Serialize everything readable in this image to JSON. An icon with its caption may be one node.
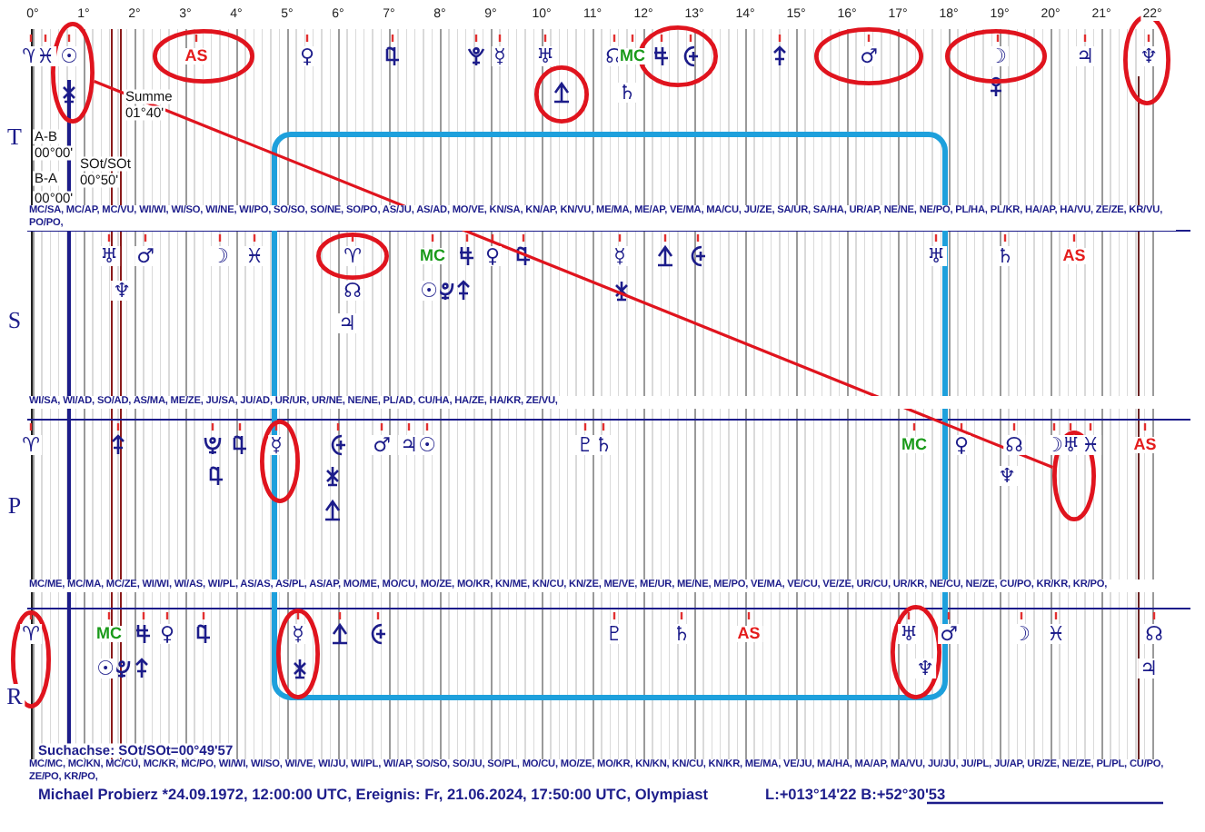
{
  "diagram": {
    "nodes": [
      {
        "text": [
          "☉"
        ]
      },
      {
        "text": [
          "AS"
        ]
      },
      {
        "text": [],
        "shape": "circle"
      },
      {
        "text": [],
        "shape": "circle"
      },
      {
        "text": [
          "♂"
        ]
      },
      {
        "text": [
          "☽"
        ]
      },
      {
        "text": [
          "♆"
        ]
      },
      {
        "text": [
          "♈"
        ]
      },
      {
        "text": [
          "☿"
        ]
      },
      {
        "text": [
          "♅"
        ]
      },
      {
        "text": [
          "♈"
        ]
      },
      {
        "text": [
          "☿"
        ]
      },
      {
        "text": [
          "♅",
          "♆"
        ]
      }
    ],
    "edges": [
      {
        "from": 0,
        "to": 9,
        "arrow": "none"
      }
    ],
    "labels": [
      "0°",
      "1°",
      "2°",
      "3°",
      "4°",
      "5°",
      "6°",
      "7°",
      "8°",
      "9°",
      "10°",
      "11°",
      "12°",
      "13°",
      "14°",
      "15°",
      "16°",
      "17°",
      "18°",
      "19°",
      "20°",
      "21°",
      "22°",
      "♈",
      "♓",
      "♀",
      "☿",
      "♅",
      "☊",
      "MC",
      "♃",
      "Summe",
      "♄",
      "01°40'",
      "T",
      "A-B",
      "00°00'",
      "SOt/SOt",
      "B-A",
      "00°50'",
      "00°00'",
      "MC/SA, MC/AP, MC/VU, WI/WI, WI/SO, WI/NE, WI/PO, SO/SO, SO/NE, SO/PO, AS/JU, AS/AD, MO/VE, KN/SA, KN/AP, KN/VU, ME/MA, ME/AP, VE/MA, MA/CU, JU/ZE, SA/UR, SA/HA, UR/AP, NE/NE, NE/PO, PL/HA, PL/KR, HA/AP, HA/VU, ZE/ZE, KR/VU, PO/PO,",
      "♅",
      "♂",
      "☽",
      "♓",
      "MC",
      "♀",
      "☿",
      "♅",
      "♄",
      "AS",
      "♆",
      "☊",
      "☉",
      "S",
      "♃",
      "WI/SA, WI/AD, SO/AD, AS/MA, ME/ZE, JU/SA, JU/AD, UR/UR, UR/NE, NE/NE, PL/AD, CU/HA, HA/ZE, HA/KR, ZE/VU,",
      "♈",
      "♂",
      "♃",
      "☉",
      "♇",
      "♄",
      "MC",
      "♀",
      "☊",
      "☽",
      "♓",
      "AS",
      "♆",
      "P",
      "MC/ME, MC/MA, MC/ZE, WI/WI, WI/AS, WI/PL, AS/AS, AS/PL, AS/AP, MO/ME, MO/CU, MO/ZE, MO/KR, KN/ME, KN/CU, KN/ZE, ME/VE, ME/UR, ME/NE, ME/PO, VE/MA, VE/CU, VE/ZE, UR/CU, UR/KR, NE/CU, NE/ZE, CU/PO, KR/KR, KR/PO,",
      "MC",
      "♀",
      "♇",
      "♄",
      "AS",
      "♂",
      "☽",
      "♓",
      "☊",
      "☉",
      "♃",
      "R",
      "Suchachse: SOt/SOt=00°49'57",
      "MC/MC, MC/KN, MC/CU, MC/KR, MC/PO, WI/WI, WI/SO, WI/VE, WI/JU, WI/PL, WI/AP, SO/SO, SO/JU, SO/PL, MO/CU, MO/ZE, MO/KR, KN/KN, KN/CU, KN/KR, ME/MA, VE/JU, MA/HA, MA/AP, MA/VU, JU/JU, JU/PL, JU/AP, UR/ZE, NE/ZE, PL/PL, CU/PO, ZE/PO, KR/PO,",
      "Michael Probierz  *24.09.1972, 12:00:00 UTC, Ereignis: Fr, 21.06.2024, 17:50:00 UTC, Olympiast",
      "L:+013°14'22 B:+52°30'53"
    ]
  }
}
